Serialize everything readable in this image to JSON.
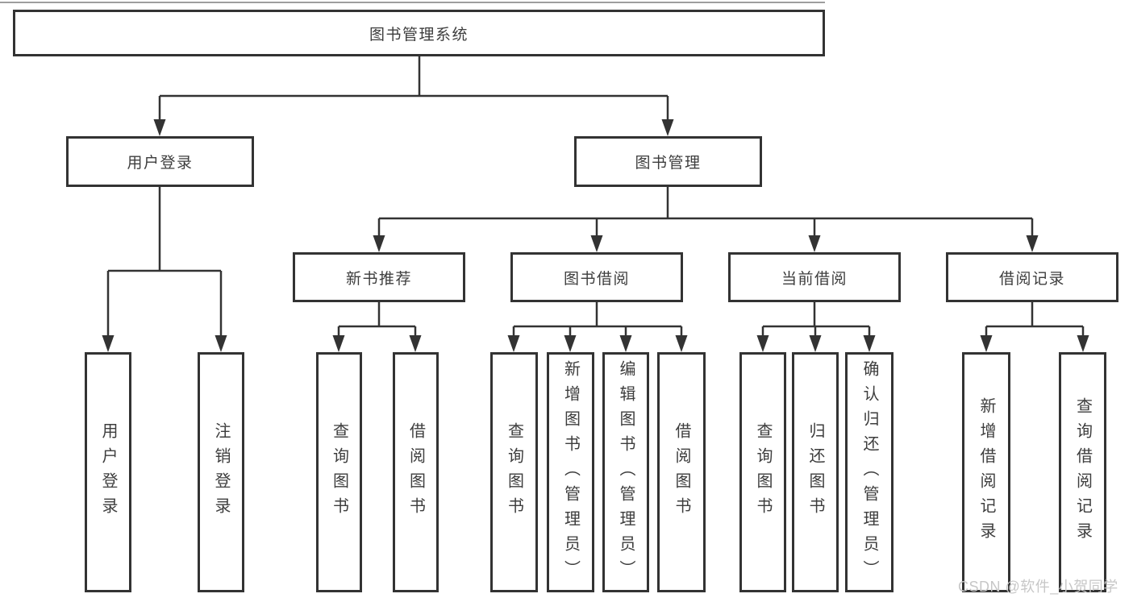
{
  "colors": {
    "line": "#333333",
    "box_border": "#333333",
    "box_fill": "#ffffff",
    "text": "#3d3d3d",
    "watermark": "#c7c7c7"
  },
  "watermark": "CSDN @软件_小贺同学",
  "tree": {
    "label": "图书管理系统",
    "children": [
      {
        "label": "用户登录",
        "children": [
          {
            "label": "用户登录"
          },
          {
            "label": "注销登录"
          }
        ]
      },
      {
        "label": "图书管理",
        "children": [
          {
            "label": "新书推荐",
            "children": [
              {
                "label": "查询图书"
              },
              {
                "label": "借阅图书"
              }
            ]
          },
          {
            "label": "图书借阅",
            "children": [
              {
                "label": "查询图书"
              },
              {
                "label": "新增图书（管理员）"
              },
              {
                "label": "编辑图书（管理员）"
              },
              {
                "label": "借阅图书"
              }
            ]
          },
          {
            "label": "当前借阅",
            "children": [
              {
                "label": "查询图书"
              },
              {
                "label": "归还图书"
              },
              {
                "label": "确认归还（管理员）"
              }
            ]
          },
          {
            "label": "借阅记录",
            "children": [
              {
                "label": "新增借阅记录"
              },
              {
                "label": "查询借阅记录"
              }
            ]
          }
        ]
      }
    ]
  }
}
